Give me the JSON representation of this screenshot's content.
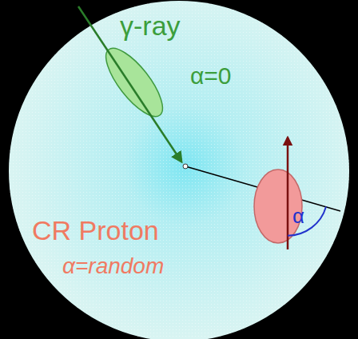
{
  "diagram": {
    "labels": [
      "γ-ray",
      "α=0",
      "CR Proton",
      "α=random",
      "α"
    ]
  }
}
